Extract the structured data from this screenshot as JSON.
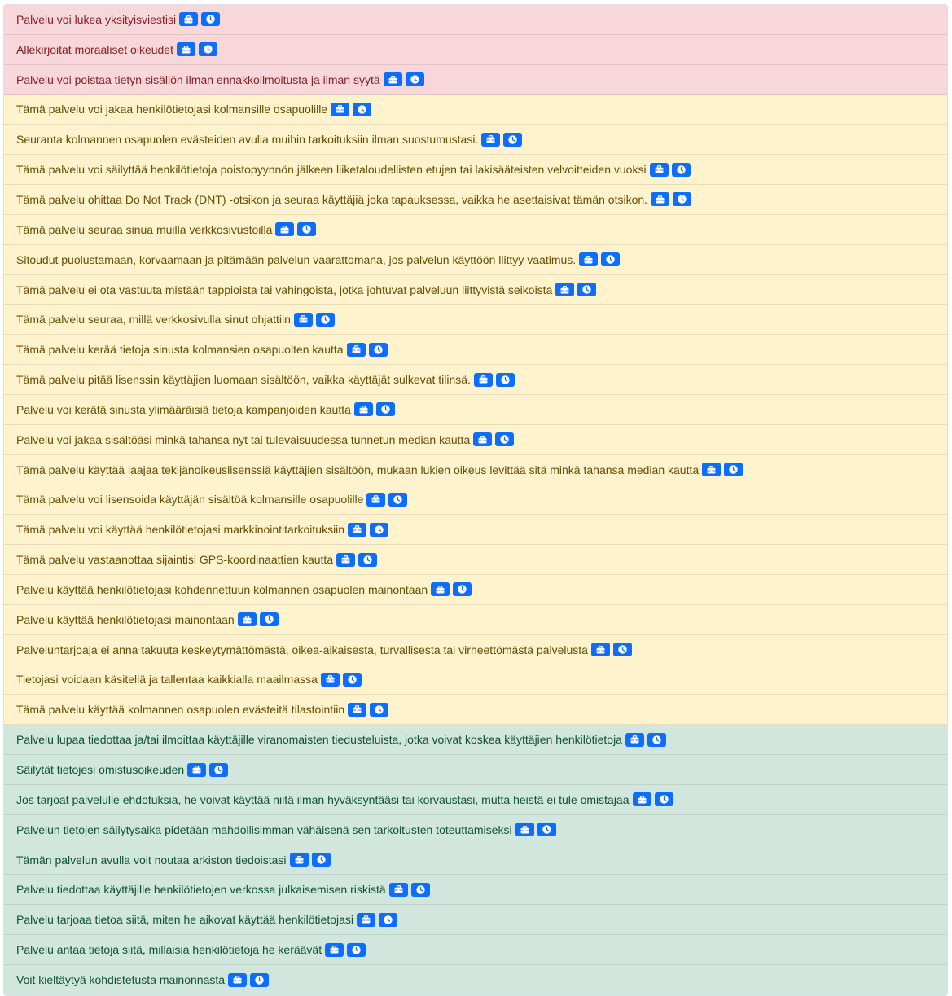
{
  "colors": {
    "danger_bg": "#f8d7da",
    "danger_text": "#842029",
    "warning_bg": "#fff3cd",
    "warning_text": "#664d03",
    "success_bg": "#d1e7dd",
    "success_text": "#0f5132",
    "badge_bg": "#0d6efd"
  },
  "badge_icons": [
    "briefcase-icon",
    "clock-icon"
  ],
  "items": [
    {
      "text": "Palvelu voi lukea yksityisviestisi",
      "level": "danger"
    },
    {
      "text": "Allekirjoitat moraaliset oikeudet",
      "level": "danger"
    },
    {
      "text": "Palvelu voi poistaa tietyn sisällön ilman ennakkoilmoitusta ja ilman syytä",
      "level": "danger"
    },
    {
      "text": "Tämä palvelu voi jakaa henkilötietojasi kolmansille osapuolille",
      "level": "warning"
    },
    {
      "text": "Seuranta kolmannen osapuolen evästeiden avulla muihin tarkoituksiin ilman suostumustasi.",
      "level": "warning"
    },
    {
      "text": "Tämä palvelu voi säilyttää henkilötietoja poistopyynnön jälkeen liiketaloudellisten etujen tai lakisääteisten velvoitteiden vuoksi",
      "level": "warning"
    },
    {
      "text": "Tämä palvelu ohittaa Do Not Track (DNT) -otsikon ja seuraa käyttäjiä joka tapauksessa, vaikka he asettaisivat tämän otsikon.",
      "level": "warning"
    },
    {
      "text": "Tämä palvelu seuraa sinua muilla verkkosivustoilla",
      "level": "warning"
    },
    {
      "text": "Sitoudut puolustamaan, korvaamaan ja pitämään palvelun vaarattomana, jos palvelun käyttöön liittyy vaatimus.",
      "level": "warning"
    },
    {
      "text": "Tämä palvelu ei ota vastuuta mistään tappioista tai vahingoista, jotka johtuvat palveluun liittyvistä seikoista",
      "level": "warning"
    },
    {
      "text": "Tämä palvelu seuraa, millä verkkosivulla sinut ohjattiin",
      "level": "warning"
    },
    {
      "text": "Tämä palvelu kerää tietoja sinusta kolmansien osapuolten kautta",
      "level": "warning"
    },
    {
      "text": "Tämä palvelu pitää lisenssin käyttäjien luomaan sisältöön, vaikka käyttäjät sulkevat tilinsä.",
      "level": "warning"
    },
    {
      "text": "Palvelu voi kerätä sinusta ylimääräisiä tietoja kampanjoiden kautta",
      "level": "warning"
    },
    {
      "text": "Palvelu voi jakaa sisältöäsi minkä tahansa nyt tai tulevaisuudessa tunnetun median kautta",
      "level": "warning"
    },
    {
      "text": "Tämä palvelu käyttää laajaa tekijänoikeuslisenssiä käyttäjien sisältöön, mukaan lukien oikeus levittää sitä minkä tahansa median kautta",
      "level": "warning"
    },
    {
      "text": "Tämä palvelu voi lisensoida käyttäjän sisältöä kolmansille osapuolille",
      "level": "warning"
    },
    {
      "text": "Tämä palvelu voi käyttää henkilötietojasi markkinointitarkoituksiin",
      "level": "warning"
    },
    {
      "text": "Tämä palvelu vastaanottaa sijaintisi GPS-koordinaattien kautta",
      "level": "warning"
    },
    {
      "text": "Palvelu käyttää henkilötietojasi kohdennettuun kolmannen osapuolen mainontaan",
      "level": "warning"
    },
    {
      "text": "Palvelu käyttää henkilötietojasi mainontaan",
      "level": "warning"
    },
    {
      "text": "Palveluntarjoaja ei anna takuuta keskeytymättömästä, oikea-aikaisesta, turvallisesta tai virheettömästä palvelusta",
      "level": "warning"
    },
    {
      "text": "Tietojasi voidaan käsitellä ja tallentaa kaikkialla maailmassa",
      "level": "warning"
    },
    {
      "text": "Tämä palvelu käyttää kolmannen osapuolen evästeitä tilastointiin",
      "level": "warning"
    },
    {
      "text": "Palvelu lupaa tiedottaa ja/tai ilmoittaa käyttäjille viranomaisten tiedusteluista, jotka voivat koskea käyttäjien henkilötietoja",
      "level": "success"
    },
    {
      "text": "Säilytät tietojesi omistusoikeuden",
      "level": "success"
    },
    {
      "text": "Jos tarjoat palvelulle ehdotuksia, he voivat käyttää niitä ilman hyväksyntääsi tai korvaustasi, mutta heistä ei tule omistajaa",
      "level": "success"
    },
    {
      "text": "Palvelun tietojen säilytysaika pidetään mahdollisimman vähäisenä sen tarkoitusten toteuttamiseksi",
      "level": "success"
    },
    {
      "text": "Tämän palvelun avulla voit noutaa arkiston tiedoistasi",
      "level": "success"
    },
    {
      "text": "Palvelu tiedottaa käyttäjille henkilötietojen verkossa julkaisemisen riskistä",
      "level": "success"
    },
    {
      "text": "Palvelu tarjoaa tietoa siitä, miten he aikovat käyttää henkilötietojasi",
      "level": "success"
    },
    {
      "text": "Palvelu antaa tietoja siitä, millaisia henkilötietoja he keräävät",
      "level": "success"
    },
    {
      "text": "Voit kieltäytyä kohdistetusta mainonnasta",
      "level": "success"
    }
  ]
}
